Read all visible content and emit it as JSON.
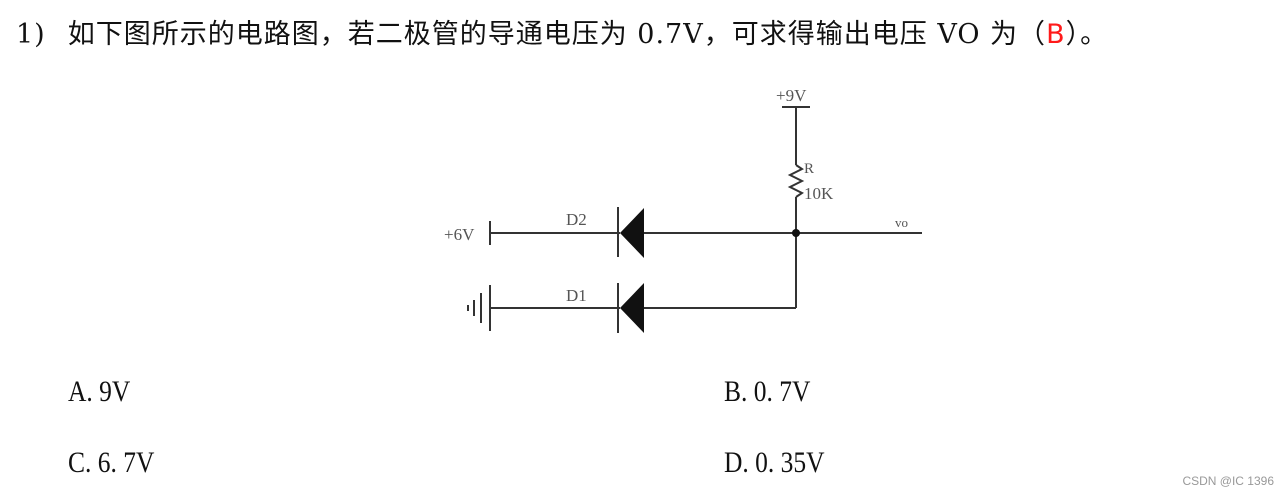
{
  "question": {
    "number": "1)",
    "text_before": "如下图所示的电路图，若二极管的导通电压为 0.7V，可求得输出电压 VO 为（",
    "answer": "B",
    "text_after": "）。",
    "answer_color": "#ff1a1a"
  },
  "circuit": {
    "supply_label": "+9V",
    "resistor_name": "R",
    "resistor_value": "10K",
    "output_label": "vo",
    "d2_label": "D2",
    "d2_source_label": "+6V",
    "d1_label": "D1"
  },
  "options": [
    {
      "label": "A. 9V"
    },
    {
      "label": "B. 0. 7V"
    },
    {
      "label": "C. 6. 7V"
    },
    {
      "label": "D. 0. 35V"
    }
  ],
  "watermark": "CSDN @IC 1396"
}
